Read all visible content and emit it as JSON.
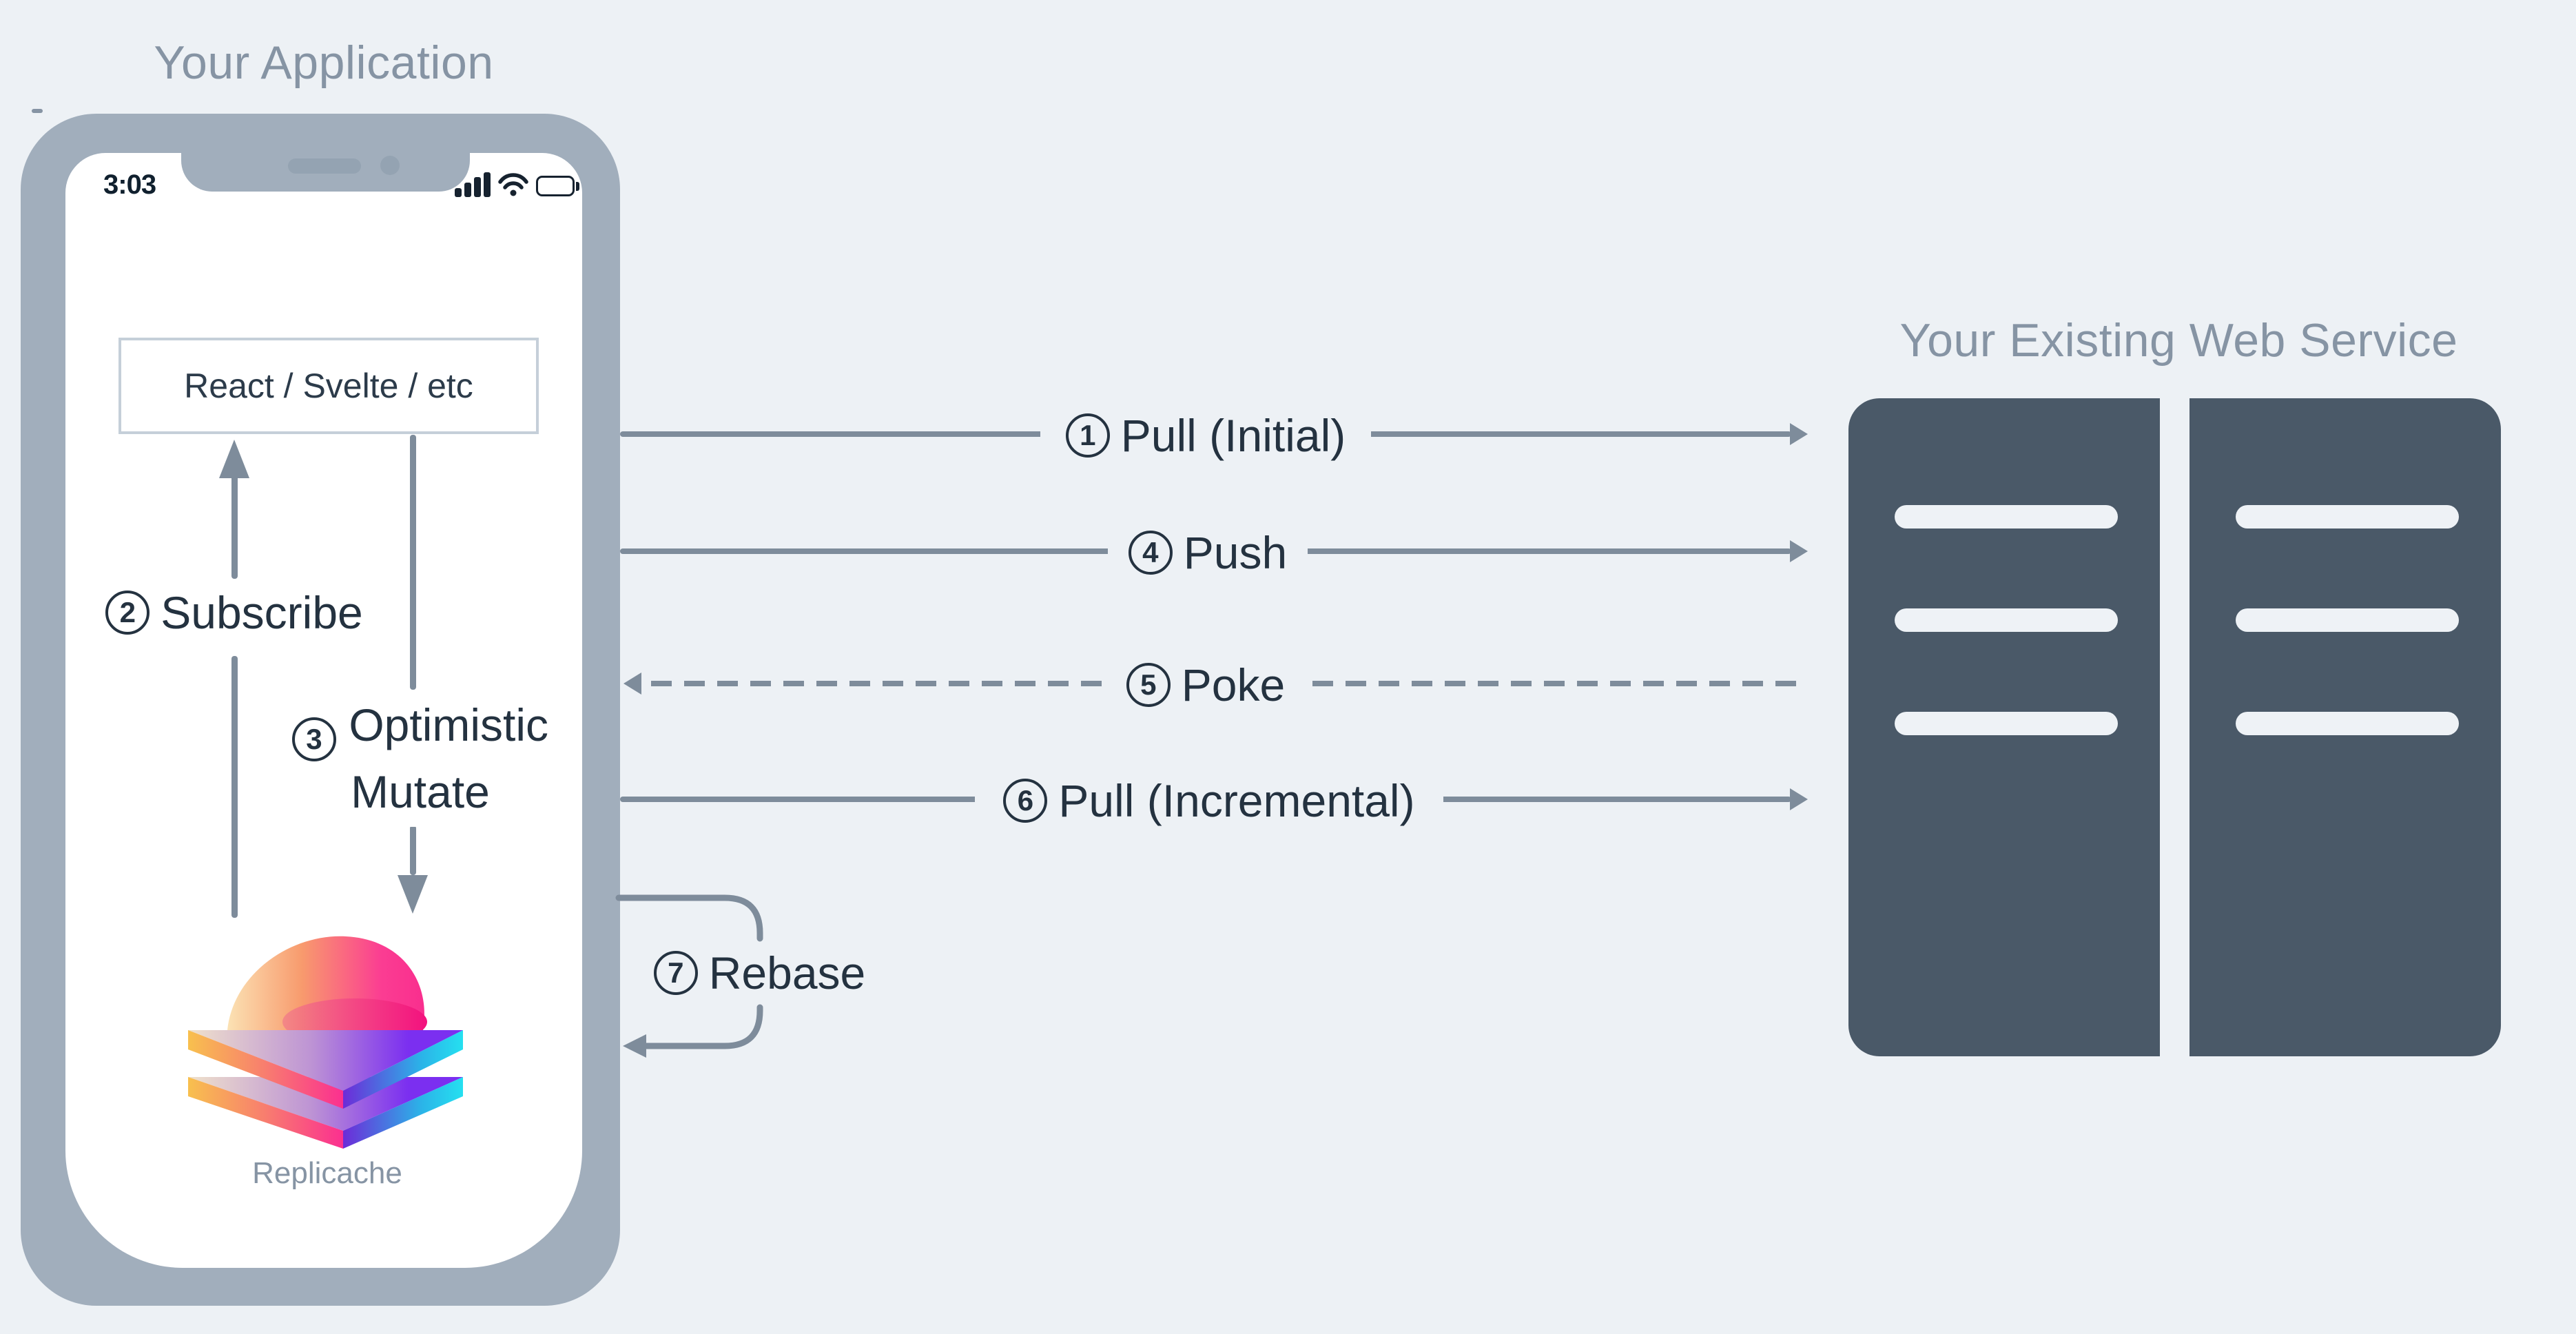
{
  "page": {
    "background": "#edf1f5"
  },
  "left_section": {
    "title": "Your Application",
    "phone": {
      "status_bar": {
        "time": "3:03",
        "icons": [
          "cellular-signal-icon",
          "wifi-icon",
          "battery-icon"
        ]
      },
      "framework_box_label": "React / Svelte / etc",
      "logo_caption": "Replicache"
    },
    "internal_flows": [
      {
        "number": "2",
        "label": "Subscribe",
        "direction": "up"
      },
      {
        "number": "3",
        "label": "Optimistic Mutate",
        "direction": "down"
      }
    ]
  },
  "right_section": {
    "title": "Your Existing Web Service",
    "servers": 2,
    "slots_per_server": 3
  },
  "network_flows": [
    {
      "number": "1",
      "label": "Pull (Initial)",
      "line_style": "solid",
      "direction": "to-server"
    },
    {
      "number": "4",
      "label": "Push",
      "line_style": "solid",
      "direction": "to-server"
    },
    {
      "number": "5",
      "label": "Poke",
      "line_style": "dashed",
      "direction": "to-client"
    },
    {
      "number": "6",
      "label": "Pull (Incremental)",
      "line_style": "solid",
      "direction": "to-server"
    },
    {
      "number": "7",
      "label": "Rebase",
      "line_style": "loop",
      "direction": "to-client"
    }
  ],
  "colors": {
    "background": "#edf1f5",
    "phone_frame": "#a1aebc",
    "arrow_gray": "#7e8c9b",
    "title_gray": "#8694a4",
    "label_dark": "#243240",
    "server_fill": "#4a5968",
    "server_slot": "#eef2f6",
    "box_border": "#c5cfd9"
  }
}
